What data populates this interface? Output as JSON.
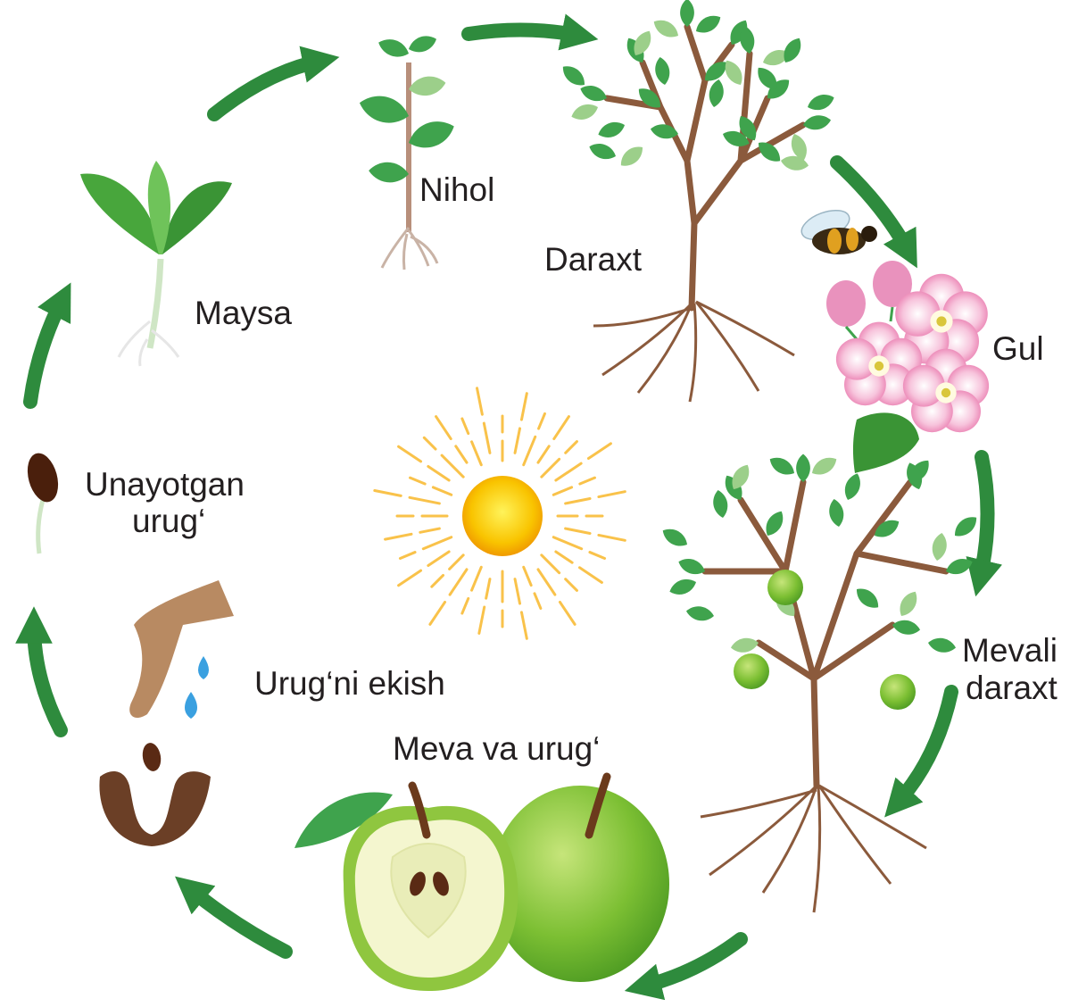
{
  "stages": {
    "seedling": "Maysa",
    "sapling": "Nihol",
    "tree": "Daraxt",
    "flower": "Gul",
    "fruit_tree_line1": "Mevali",
    "fruit_tree_line2": "daraxt",
    "fruit_seed": "Meva va urug‘",
    "planting": "Urug‘ni ekish",
    "sprouting_line1": "Unayotgan",
    "sprouting_line2": "urug‘"
  },
  "colors": {
    "arrow": "#2e8b3d",
    "leaf": "#3fa34d",
    "leaf_light": "#9ccf8a",
    "trunk": "#8b5a3c",
    "sun": "#f7b500",
    "sun_ray": "#f9c24a",
    "blossom": "#f2a6c8",
    "apple": "#8fc63f",
    "apple_flesh": "#f4f6cf",
    "seed": "#5a2a14",
    "hand": "#b88a62",
    "water": "#3aa0e0"
  },
  "icons": [
    "seed-icon",
    "seedling-icon",
    "sapling-icon",
    "tree-icon",
    "bee-icon",
    "blossom-icon",
    "fruit-tree-icon",
    "apple-icon",
    "hand-icon",
    "water-drop-icon",
    "soil-icon",
    "sun-icon"
  ]
}
